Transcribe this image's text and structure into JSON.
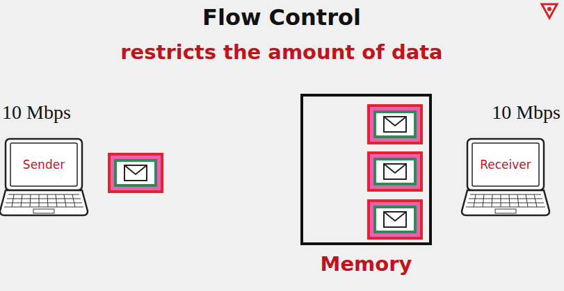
{
  "diagram": {
    "title": "Flow Control",
    "nodes": [
      {
        "text": [
          "Sender"
        ]
      },
      {
        "text": [
          "Memory"
        ]
      },
      {
        "text": [
          "Receiver"
        ]
      }
    ],
    "labels": [
      "restricts the amount of data",
      "10 Mbps",
      "10 Mbps"
    ]
  }
}
